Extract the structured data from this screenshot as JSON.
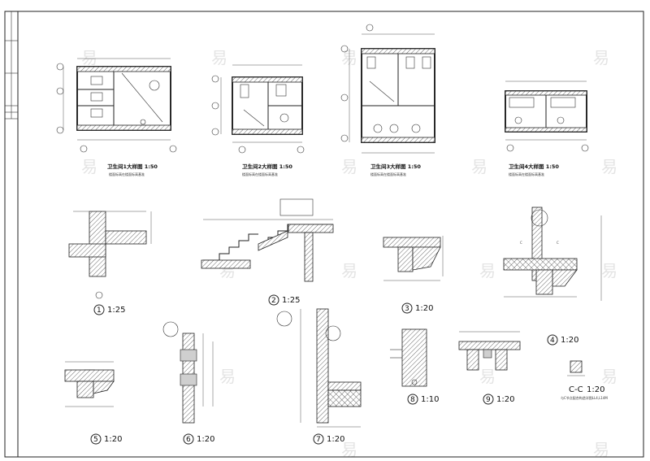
{
  "plans": [
    {
      "title": "卫生间1大样图 1:50",
      "note": "楼面标高在楼面标高基准"
    },
    {
      "title": "卫生间2大样图 1:50",
      "note": "楼面标高在楼面标高基准"
    },
    {
      "title": "卫生间3大样图 1:50",
      "note": "楼面标高在楼面标高基准"
    },
    {
      "title": "卫生间4大样图 1:50",
      "note": "楼面标高在楼面标高基准"
    }
  ],
  "details": [
    {
      "num": "1",
      "scale": "1:25"
    },
    {
      "num": "2",
      "scale": "1:25"
    },
    {
      "num": "3",
      "scale": "1:20"
    },
    {
      "num": "4",
      "scale": "1:20"
    },
    {
      "num": "5",
      "scale": "1:20"
    },
    {
      "num": "6",
      "scale": "1:20"
    },
    {
      "num": "7",
      "scale": "1:20"
    },
    {
      "num": "8",
      "scale": "1:10"
    },
    {
      "num": "9",
      "scale": "1:20"
    }
  ],
  "section_cc": {
    "label": "C-C",
    "scale": "1:20",
    "note": "与C节点配合构造详图LL4,L14M"
  },
  "watermark": "易",
  "colors": {
    "line": "#111111",
    "hatch": "#555555"
  }
}
